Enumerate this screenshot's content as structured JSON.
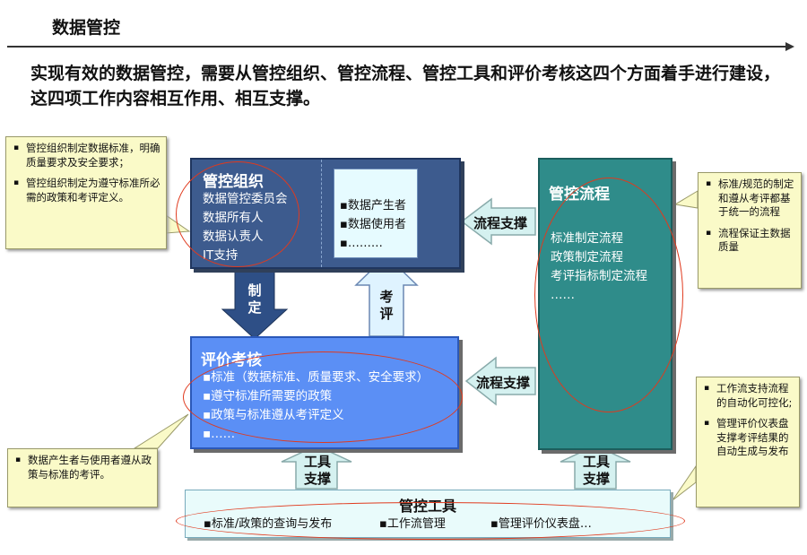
{
  "page": {
    "title": "数据管控"
  },
  "intro": "实现有效的数据管控，需要从管控组织、管控流程、管控工具和评价考核这四个方面着手进行建设，这四项工作内容相互作用、相互支撑。",
  "notes": {
    "org": [
      "管控组织制定数据标准，明确质量要求及安全要求；",
      "管控组织制定为遵守标准所必需的政策和考评定义。"
    ],
    "process": [
      "标准/规范的制定和遵从考评都基于统一的流程",
      "流程保证主数据质量"
    ],
    "eval": [
      "数据产生者与使用者遵从政策与标准的考评。"
    ],
    "tools": [
      "工作流支持流程的自动化可控化;",
      "管理评价仪表盘支撑考评结果的自动生成与发布"
    ]
  },
  "org": {
    "title": "管控组织",
    "items": [
      "数据管控委员会",
      "数据所有人",
      "数据认责人",
      "IT支持"
    ]
  },
  "roles": {
    "items": [
      "数据产生者",
      "数据使用者",
      "………"
    ]
  },
  "process": {
    "title": "管控流程",
    "items": [
      "标准制定流程",
      "政策制定流程",
      "考评指标制定流程",
      "……"
    ]
  },
  "eval": {
    "title": "评价考核",
    "items": [
      "标准（数据标准、质量要求、安全要求）",
      "遵守标准所需要的政策",
      "政策与标准遵从考评定义",
      "……"
    ]
  },
  "tools": {
    "title": "管控工具",
    "items": [
      "标准/政策的查询与发布",
      "工作流管理",
      "管理评价仪表盘…"
    ]
  },
  "arrows": {
    "zhiding": "制定",
    "kaoping": "考评",
    "flow_support_top": "流程支撑",
    "flow_support_bottom": "流程支撑",
    "tool_support_left": "工具支撑",
    "tool_support_right": "工具支撑"
  }
}
